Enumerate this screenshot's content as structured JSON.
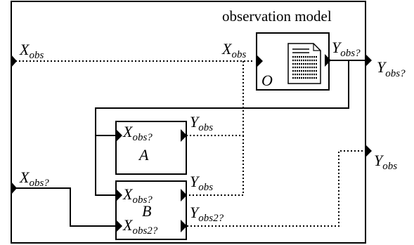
{
  "title": "observation model",
  "outer_ports": {
    "in_top": {
      "main": "X",
      "sub": "obs"
    },
    "in_bottom": {
      "main": "X",
      "sub": "obs?"
    },
    "out_top": {
      "main": "Y",
      "sub": "obs?"
    },
    "out_bottom": {
      "main": "Y",
      "sub": "obs"
    }
  },
  "box_O": {
    "name": "O",
    "icon": "document-icon",
    "input": {
      "main": "X",
      "sub": "obs"
    },
    "output": {
      "main": "Y",
      "sub": "obs?"
    }
  },
  "box_A": {
    "name": "A",
    "input": {
      "main": "X",
      "sub": "obs?"
    },
    "output": {
      "main": "Y",
      "sub": "obs"
    }
  },
  "box_B": {
    "name": "B",
    "input1": {
      "main": "X",
      "sub": "obs?"
    },
    "input2": {
      "main": "X",
      "sub": "obs2?"
    },
    "output1": {
      "main": "Y",
      "sub": "obs"
    },
    "output2": {
      "main": "Y",
      "sub": "obs2?"
    }
  },
  "colors": {
    "stroke": "#000000",
    "background": "#ffffff"
  }
}
